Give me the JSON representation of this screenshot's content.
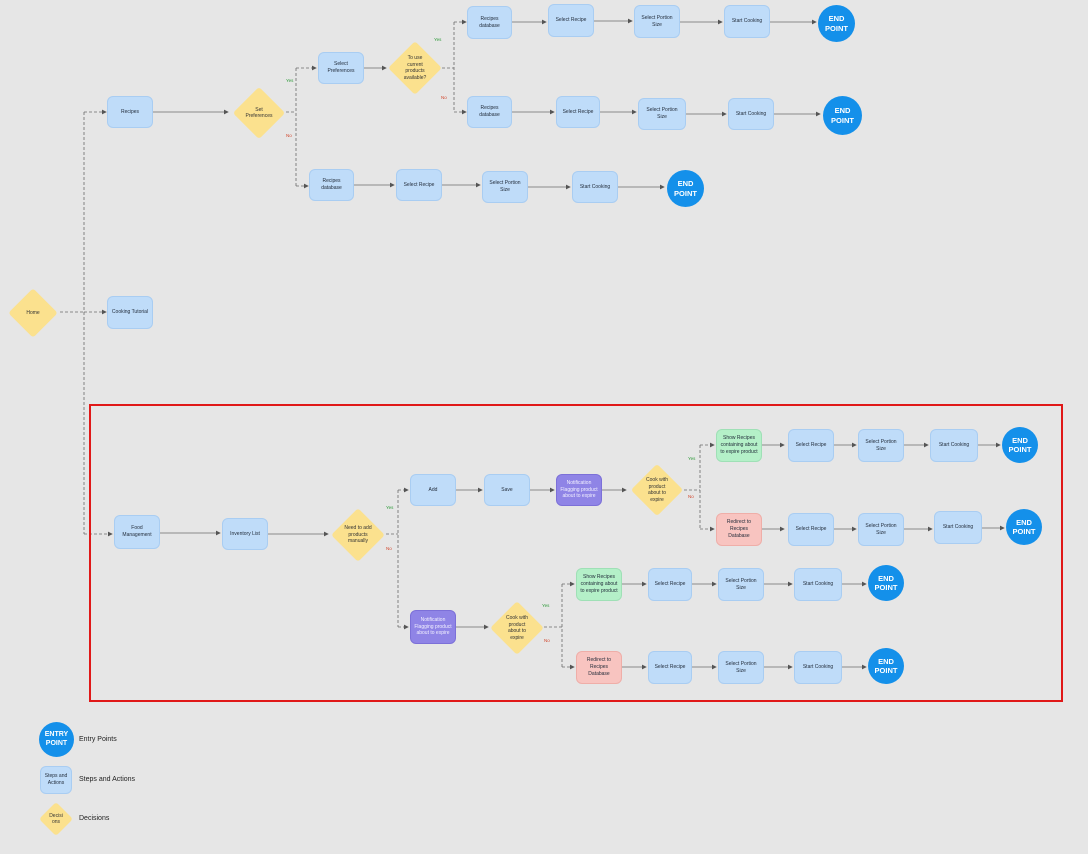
{
  "home": "Home",
  "top": {
    "recipes": "Recipes",
    "set_preferences": "Set Preferences",
    "select_preferences": "Select Preferences",
    "use_current": "To use current products available?",
    "yes": "Yes",
    "no": "No",
    "rowA": [
      "Recipes database",
      "Select Recipe",
      "Select Portion Size",
      "Start Cooking"
    ],
    "rowB": [
      "Recipes database",
      "Select Recipe",
      "Select Portion Size",
      "Start Cooking"
    ],
    "rowC": [
      "Recipes database",
      "Select Recipe",
      "Select Portion Size",
      "Start Cooking"
    ],
    "end": "END POINT"
  },
  "cooking_tutorial": "Cooking Tutorial",
  "food": {
    "food_management": "Food Management",
    "inventory_list": "Inventory List",
    "need_add": "Need to add products manually",
    "add": "Add",
    "save": "Save",
    "notif1": "Notification Flagging product about to expire",
    "cook1": "Cook with product about to expire",
    "notif2": "Notification Flagging product about to expire",
    "cook2": "Cook with product about to expire",
    "show_recipes": "Show Recipes containing about to expire product",
    "redirect": "Redirect to Recipes Database",
    "select_recipe": "Select Recipe",
    "select_portion": "Select Portion Size",
    "start_cooking": "Start Cooking",
    "yes": "Yes",
    "no": "No",
    "end": "END POINT"
  },
  "legend": {
    "entry_icon": "ENTRY POINT",
    "entry_label": "Entry Points",
    "steps_icon": "Steps and Actions",
    "steps_label": "Steps and Actions",
    "decisions_icon": "Decisi ons",
    "decisions_label": "Decisions"
  },
  "colors": {
    "step": "#bfdcf9",
    "decision": "#fbe18e",
    "end_point": "#1490ea",
    "positive_branch": "#b4f0c8",
    "negative_branch": "#f8c4c0",
    "notification": "#8f84e6",
    "highlight": "#e01818"
  }
}
